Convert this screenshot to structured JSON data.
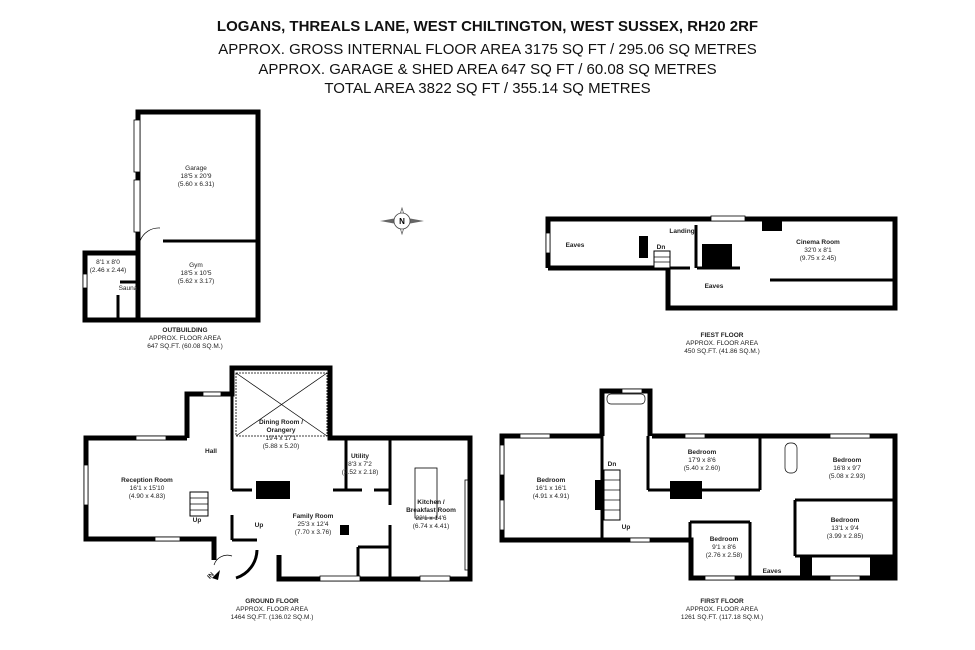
{
  "header": {
    "address": "LOGANS, THREALS LANE, WEST CHILTINGTON, WEST SUSSEX, RH20 2RF",
    "gross_area": "APPROX. GROSS INTERNAL FLOOR AREA 3175 SQ FT / 295.06 SQ METRES",
    "garage_area": "APPROX. GARAGE & SHED AREA 647 SQ FT / 60.08 SQ METRES",
    "total_area": "TOTAL AREA 3822 SQ FT / 355.14 SQ METRES"
  },
  "compass": {
    "label": "N"
  },
  "outbuilding": {
    "title": "OUTBUILDING",
    "area_label": "APPROX. FLOOR AREA",
    "area": "647 SQ.FT. (60.08 SQ.M.)",
    "rooms": [
      {
        "name": "Garage",
        "imperial": "18'5 x 20'9",
        "metric": "(5.60 x 6.31)"
      },
      {
        "name": "Gym",
        "imperial": "18'5 x 10'5",
        "metric": "(5.62 x 3.17)"
      },
      {
        "name": "",
        "imperial": "8'1 x 8'0",
        "metric": "(2.46 x 2.44)"
      },
      {
        "name": "Sauna"
      }
    ]
  },
  "upper_floor": {
    "title": "FIEST FLOOR",
    "area_label": "APPROX. FLOOR AREA",
    "area": "450 SQ.FT. (41.86 SQ.M.)",
    "rooms": [
      {
        "name": "Eaves"
      },
      {
        "name": "Landing"
      },
      {
        "name": "Dn"
      },
      {
        "name": "Cinema Room",
        "imperial": "32'0 x 8'1",
        "metric": "(9.75 x 2.45)"
      },
      {
        "name": "Eaves"
      }
    ]
  },
  "ground_floor": {
    "title": "GROUND FLOOR",
    "area_label": "APPROX. FLOOR AREA",
    "area": "1464 SQ.FT. (136.02 SQ.M.)",
    "rooms": [
      {
        "name": "Reception Room",
        "imperial": "16'1 x 15'10",
        "metric": "(4.90 x 4.83)"
      },
      {
        "name": "Hall"
      },
      {
        "name": "Dining Room /",
        "name2": "Orangery",
        "imperial": "19'4 x 17'1",
        "metric": "(5.88 x 5.20)"
      },
      {
        "name": "Utility",
        "imperial": "8'3 x 7'2",
        "metric": "(2.52 x 2.18)"
      },
      {
        "name": "Kitchen /",
        "name2": "Breakfast Room",
        "imperial": "22'1 x 14'6",
        "metric": "(6.74 x 4.41)"
      },
      {
        "name": "Family Room",
        "imperial": "25'3 x 12'4",
        "metric": "(7.70 x 3.76)"
      },
      {
        "name": "Up"
      },
      {
        "name": "Up"
      },
      {
        "name": "IN"
      }
    ]
  },
  "first_floor": {
    "title": "FIRST FLOOR",
    "area_label": "APPROX. FLOOR AREA",
    "area": "1261 SQ.FT. (117.18 SQ.M.)",
    "rooms": [
      {
        "name": "Bedroom",
        "imperial": "16'1 x 16'1",
        "metric": "(4.91 x 4.91)"
      },
      {
        "name": "Bedroom",
        "imperial": "17'9 x 8'6",
        "metric": "(5.40 x 2.60)"
      },
      {
        "name": "Bedroom",
        "imperial": "16'8 x 9'7",
        "metric": "(5.08 x 2.93)"
      },
      {
        "name": "Bedroom",
        "imperial": "13'1 x 9'4",
        "metric": "(3.99 x 2.85)"
      },
      {
        "name": "Bedroom",
        "imperial": "9'1 x 8'6",
        "metric": "(2.76 x 2.58)"
      },
      {
        "name": "Eaves"
      },
      {
        "name": "Dn"
      },
      {
        "name": "Up"
      }
    ]
  }
}
